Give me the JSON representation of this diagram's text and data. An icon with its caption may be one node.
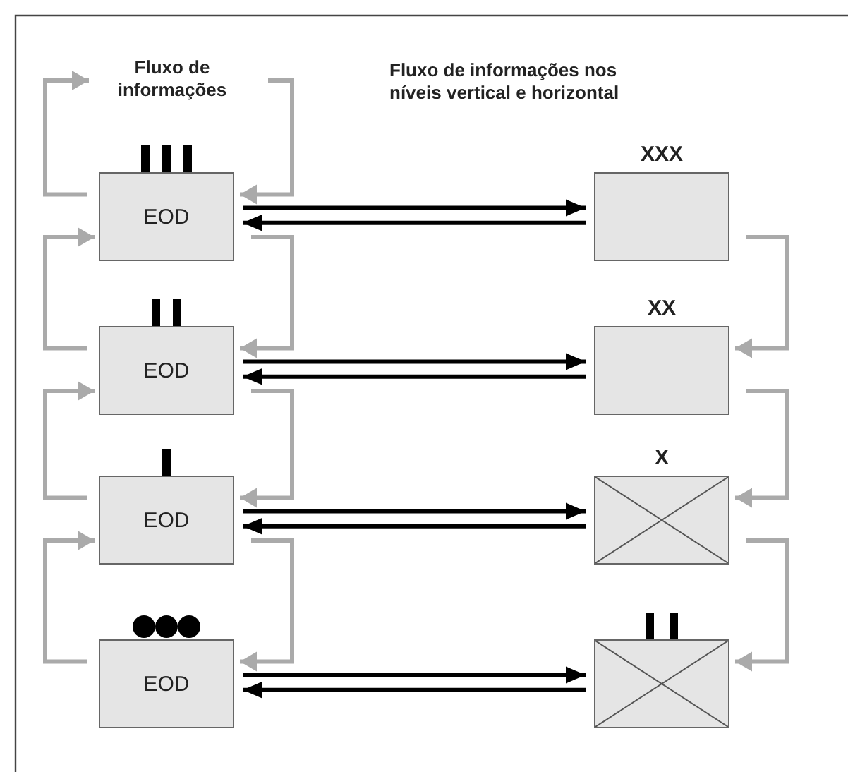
{
  "diagram": {
    "nodes": [
      {
        "text": [
          "Fluxo de informações"
        ]
      },
      {
        "text": [
          "EOD"
        ]
      },
      {
        "text": [
          "XXX"
        ]
      },
      {
        "text": [
          "EOD"
        ]
      },
      {
        "text": [
          "XX"
        ]
      },
      {
        "text": [
          "EOD"
        ]
      },
      {
        "text": [
          "X"
        ]
      },
      {
        "text": [
          "EOD"
        ]
      },
      {
        "text": [],
        "shape": "box"
      }
    ],
    "edges": [
      {
        "from": 1,
        "to": 0,
        "arrow": "to"
      },
      {
        "from": 0,
        "to": 1,
        "arrow": "to"
      },
      {
        "from": 1,
        "to": 2,
        "arrow": "to",
        "color": "#000000"
      },
      {
        "from": 2,
        "to": 1,
        "arrow": "to",
        "color": "#000000"
      },
      {
        "from": 1,
        "to": 3,
        "arrow": "to"
      },
      {
        "from": 3,
        "to": 1,
        "arrow": "to"
      },
      {
        "from": 2,
        "to": 4,
        "arrow": "to"
      },
      {
        "from": 3,
        "to": 4,
        "arrow": "to",
        "color": "#000000"
      },
      {
        "from": 4,
        "to": 3,
        "arrow": "to",
        "color": "#000000"
      },
      {
        "from": 3,
        "to": 5,
        "arrow": "to"
      },
      {
        "from": 5,
        "to": 3,
        "arrow": "to"
      },
      {
        "from": 4,
        "to": 6,
        "arrow": "to"
      },
      {
        "from": 5,
        "to": 6,
        "arrow": "to",
        "color": "#000000"
      },
      {
        "from": 6,
        "to": 5,
        "arrow": "to",
        "color": "#000000"
      },
      {
        "from": 5,
        "to": 7,
        "arrow": "to"
      },
      {
        "from": 7,
        "to": 5,
        "arrow": "to"
      },
      {
        "from": 6,
        "to": 8,
        "arrow": "to"
      },
      {
        "from": 7,
        "to": 8,
        "arrow": "to",
        "color": "#000000"
      },
      {
        "from": 8,
        "to": 7,
        "arrow": "to",
        "color": "#000000"
      }
    ],
    "labels": [
      "Fluxo de informações nos níveis vertical e horizontal"
    ]
  }
}
